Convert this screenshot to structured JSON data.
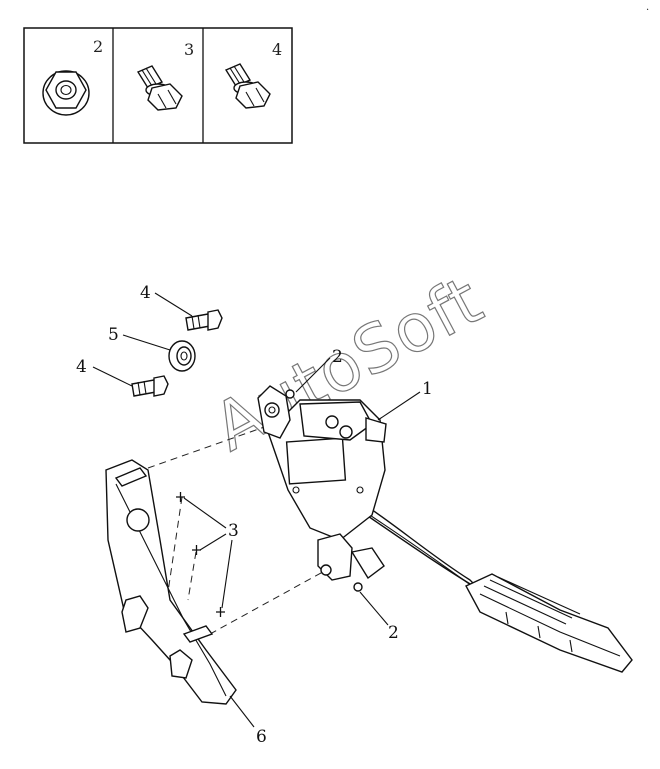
{
  "legend": {
    "cells": [
      {
        "number": "2",
        "icon": "flange-nut-icon"
      },
      {
        "number": "3",
        "icon": "bolt-icon"
      },
      {
        "number": "4",
        "icon": "bolt-icon"
      }
    ]
  },
  "callouts": {
    "c1": "1",
    "c2_top": "2",
    "c2_bottom": "2",
    "c3": "3",
    "c4_top": "4",
    "c4_left": "4",
    "c5": "5",
    "c6": "6"
  },
  "watermark": "AutoSoft",
  "corner_mark": "."
}
